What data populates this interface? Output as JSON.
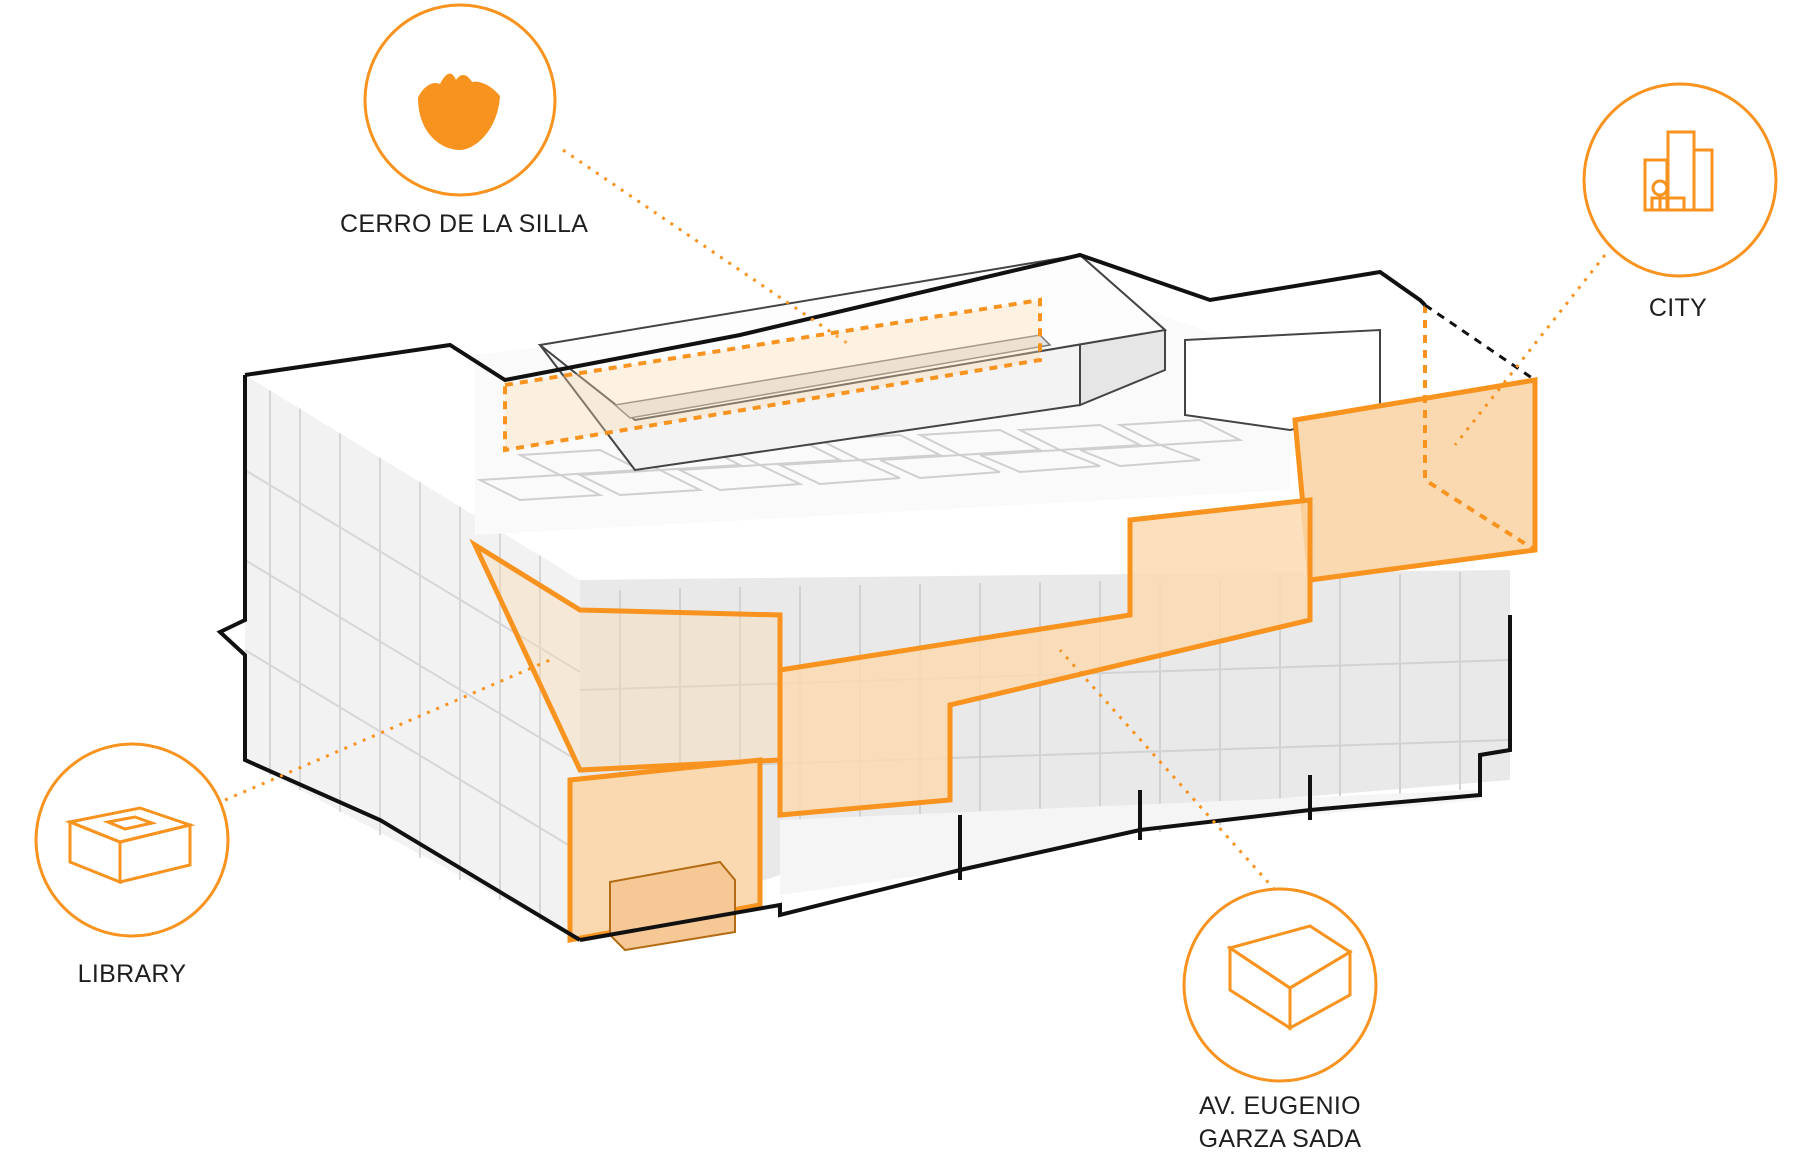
{
  "callouts": {
    "cerro": {
      "label": "CERRO DE LA SILLA",
      "icon": "mountain-icon"
    },
    "city": {
      "label": "CITY",
      "icon": "city-icon"
    },
    "library": {
      "label": "LIBRARY",
      "icon": "library-box-icon"
    },
    "avenue": {
      "label_line1": "AV. EUGENIO",
      "label_line2": "GARZA SADA",
      "icon": "street-block-icon"
    }
  },
  "colors": {
    "accent": "#f7931e",
    "accent_fill": "#fbd9b0",
    "outline": "#111111",
    "facade": "#ececec",
    "roof": "#ffffff",
    "text": "#1e1e1e"
  }
}
